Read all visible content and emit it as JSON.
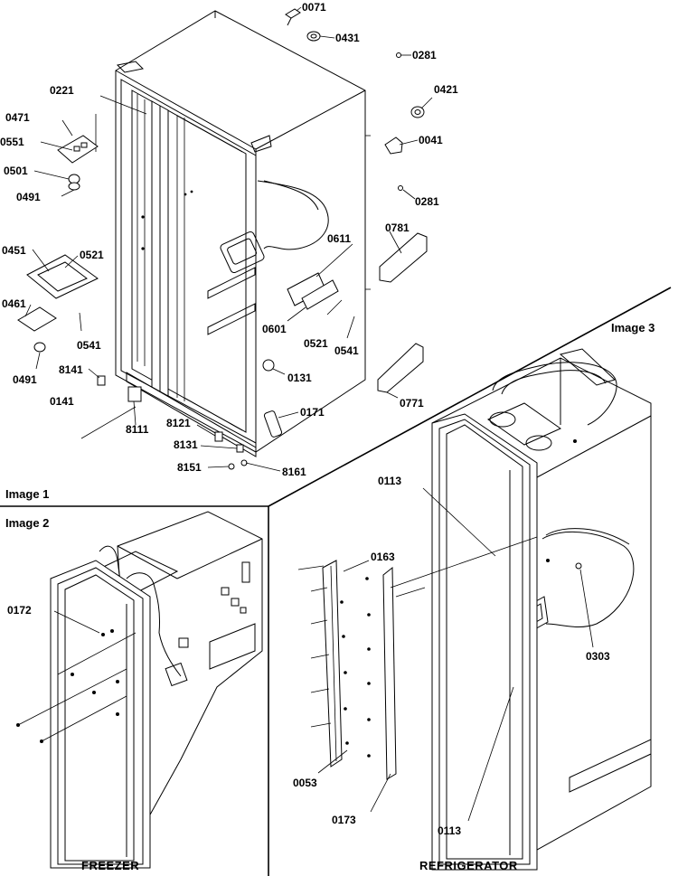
{
  "panels": {
    "image1": {
      "tag": "Image 1"
    },
    "image2": {
      "tag": "Image 2",
      "caption": "FREEZER"
    },
    "image3": {
      "tag": "Image 3",
      "caption": "REFRIGERATOR"
    }
  },
  "callouts": {
    "p0071": "0071",
    "p0431": "0431",
    "p0281a": "0281",
    "p0421": "0421",
    "p0041": "0041",
    "p0281b": "0281",
    "p0781": "0781",
    "p0611": "0611",
    "p0221": "0221",
    "p0471": "0471",
    "p0551": "0551",
    "p0501": "0501",
    "p0491a": "0491",
    "p0451": "0451",
    "p0521a": "0521",
    "p0461": "0461",
    "p0541a": "0541",
    "p0491b": "0491",
    "p8141": "8141",
    "p0141": "0141",
    "p8111": "8111",
    "p0601": "0601",
    "p0521b": "0521",
    "p0541b": "0541",
    "p0131": "0131",
    "p0771": "0771",
    "p0171": "0171",
    "p8121": "8121",
    "p8131": "8131",
    "p8151": "8151",
    "p8161": "8161",
    "p0172": "0172",
    "p0113a": "0113",
    "p0163": "0163",
    "p0303": "0303",
    "p0053": "0053",
    "p0173": "0173",
    "p0113b": "0113"
  }
}
